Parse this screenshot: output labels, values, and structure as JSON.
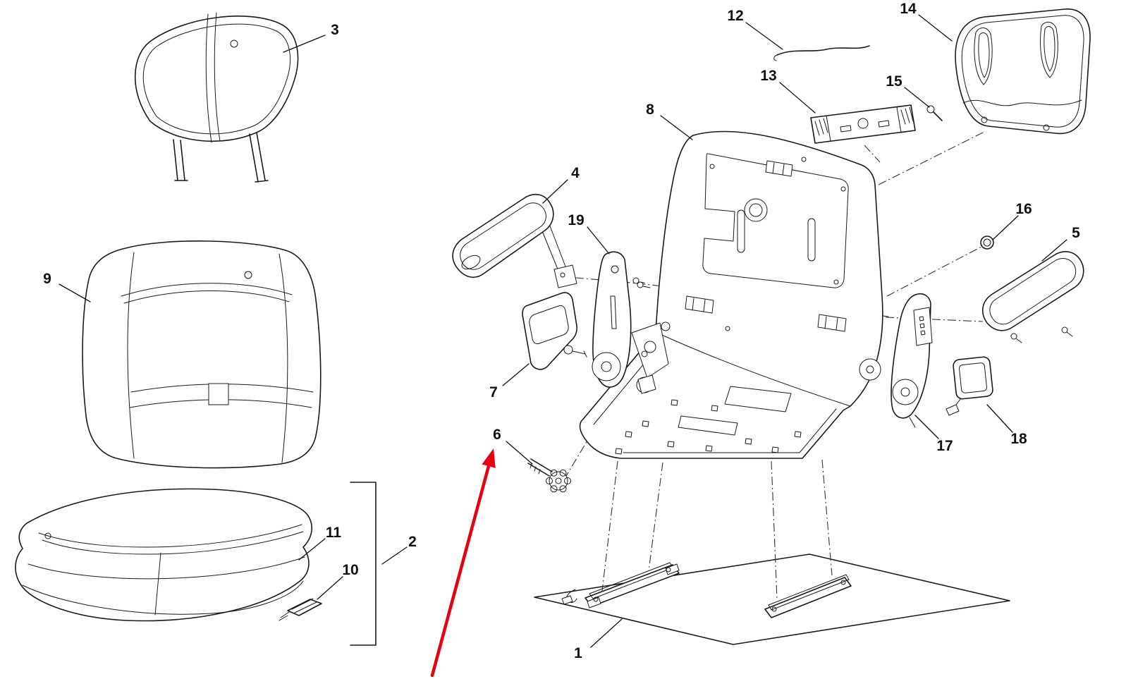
{
  "colors": {
    "background": "#ffffff",
    "line": "#1a1a1a",
    "arrow": "#e8000d"
  },
  "callouts": [
    {
      "num": "1"
    },
    {
      "num": "2"
    },
    {
      "num": "3"
    },
    {
      "num": "4"
    },
    {
      "num": "5"
    },
    {
      "num": "6"
    },
    {
      "num": "7"
    },
    {
      "num": "8"
    },
    {
      "num": "9"
    },
    {
      "num": "10"
    },
    {
      "num": "11"
    },
    {
      "num": "12"
    },
    {
      "num": "13"
    },
    {
      "num": "14"
    },
    {
      "num": "15"
    },
    {
      "num": "16"
    },
    {
      "num": "17"
    },
    {
      "num": "18"
    },
    {
      "num": "19"
    }
  ]
}
